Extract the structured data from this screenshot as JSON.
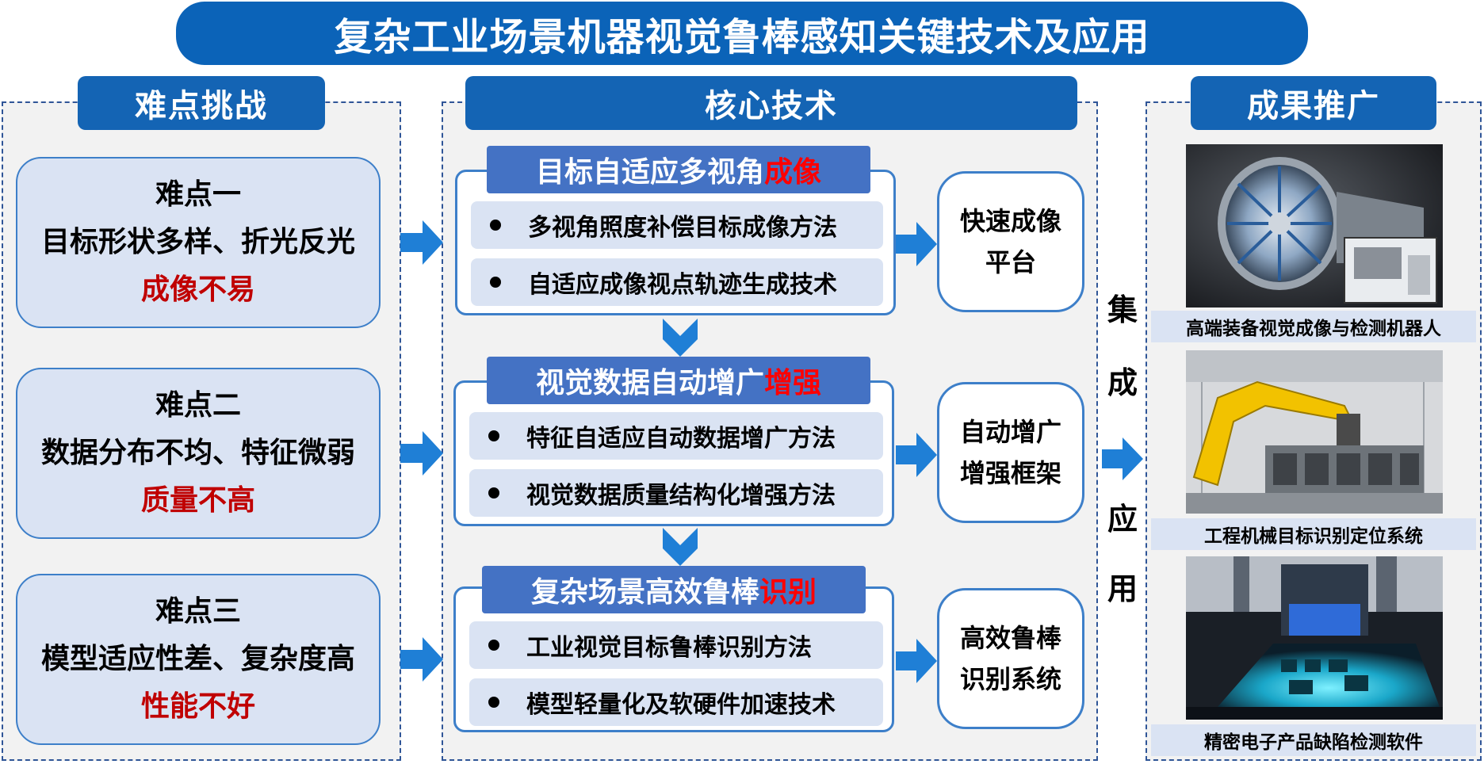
{
  "title": "复杂工业场景机器视觉鲁棒感知关键技术及应用",
  "sections": {
    "challenges": "难点挑战",
    "core_tech": "核心技术",
    "results": "成果推广"
  },
  "challenges": [
    {
      "name": "难点一",
      "desc": "目标形状多样、折光反光",
      "issue": "成像不易"
    },
    {
      "name": "难点二",
      "desc": "数据分布不均、特征微弱",
      "issue": "质量不高"
    },
    {
      "name": "难点三",
      "desc": "模型适应性差、复杂度高",
      "issue": "性能不好"
    }
  ],
  "tech_modules": [
    {
      "title_main": "目标自适应多视角",
      "title_red": "成像",
      "items": [
        "多视角照度补偿目标成像方法",
        "自适应成像视点轨迹生成技术"
      ],
      "result_line1": "快速成像",
      "result_line2": "平台"
    },
    {
      "title_main": "视觉数据自动增广",
      "title_red": "增强",
      "items": [
        "特征自适应自动数据增广方法",
        "视觉数据质量结构化增强方法"
      ],
      "result_line1": "自动增广",
      "result_line2": "增强框架"
    },
    {
      "title_main": "复杂场景高效鲁棒",
      "title_red": "识别",
      "items": [
        "工业视觉目标鲁棒识别方法",
        "模型轻量化及软硬件加速技术"
      ],
      "result_line1": "高效鲁棒",
      "result_line2": "识别系统"
    }
  ],
  "integration": [
    "集",
    "成",
    "应",
    "用"
  ],
  "applications": [
    {
      "caption": "高端装备视觉成像与检测机器人",
      "icon": "turbine-engine-photo"
    },
    {
      "caption": "工程机械目标识别定位系统",
      "icon": "robot-arm-photo"
    },
    {
      "caption": "精密电子产品缺陷检测软件",
      "icon": "pcb-inspection-photo"
    }
  ],
  "colors": {
    "primary_blue": "#0b63b8",
    "header_blue": "#1464b4",
    "tech_title_blue": "#4472c4",
    "light_blue": "#dae3f3",
    "arrow_blue": "#1f7fd6",
    "border_blue": "#3d7fc9",
    "dark_red": "#c00000",
    "red": "#ff0000",
    "panel_gray": "#f2f2f2"
  }
}
